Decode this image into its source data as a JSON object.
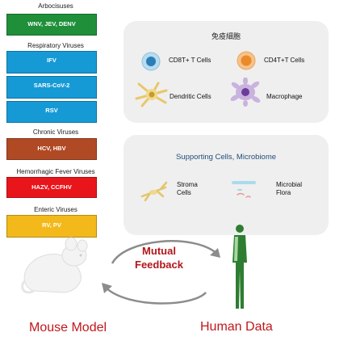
{
  "categories": [
    {
      "title": "Arbocisuses",
      "boxes": [
        {
          "label": "WNV, JEV, DENV",
          "color": "#1f8f3a"
        }
      ]
    },
    {
      "title": "Respiratory Viruses",
      "boxes": [
        {
          "label": "IFV",
          "color": "#169ad6"
        },
        {
          "label": "SARS-CoV-2",
          "color": "#169ad6"
        },
        {
          "label": "RSV",
          "color": "#169ad6"
        }
      ]
    },
    {
      "title": "Chronic Viruses",
      "boxes": [
        {
          "label": "HCV, HBV",
          "color": "#b04a24"
        }
      ]
    },
    {
      "title": "Hemorrhagic Fever Viruses",
      "boxes": [
        {
          "label": "HAZV, CCFHV",
          "color": "#e8151b"
        }
      ]
    },
    {
      "title": "Enteric Viruses",
      "boxes": [
        {
          "label": "RV, PV",
          "color": "#f3b91a"
        }
      ]
    }
  ],
  "immune_panel": {
    "title": "免疫細胞",
    "cells": [
      {
        "label": "CD8T+ T Cells",
        "icon": "cd8-t-cell-icon"
      },
      {
        "label": "CD4T+T Cells",
        "icon": "cd4-t-cell-icon"
      },
      {
        "label": "Dendritic Cells",
        "icon": "dendritic-cell-icon"
      },
      {
        "label": "Macrophage",
        "icon": "macrophage-icon"
      }
    ]
  },
  "support_panel": {
    "title": "Supporting Cells, Microbiome",
    "stroma": [
      "Stroma",
      "Cells"
    ],
    "microbial": [
      "Microbial",
      "Flora"
    ]
  },
  "feedback": {
    "line1": "Mutual",
    "line2": "Feedback"
  },
  "mouse_label": "Mouse Model",
  "human_label": "Human Data",
  "colors": {
    "accent_red": "#c0171c",
    "panel_bg": "#efefef"
  }
}
